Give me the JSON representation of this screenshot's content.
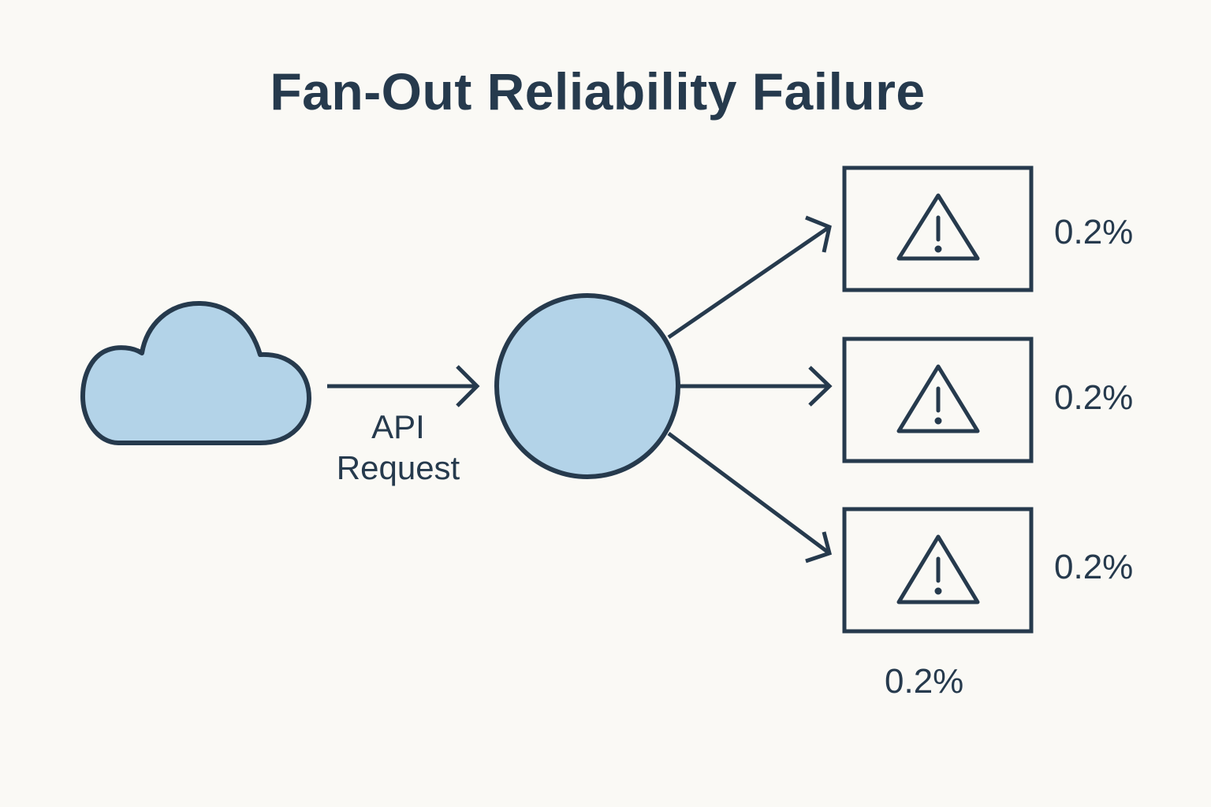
{
  "title": "Fan-Out Reliability Failure",
  "colors": {
    "ink": "#263a4d",
    "fill": "#b3d3e8",
    "background": "#faf9f5"
  },
  "nodes": {
    "client": {
      "icon": "cloud-icon"
    },
    "service": {
      "icon": "circle-node"
    },
    "downstream": [
      {
        "icon": "warning-icon",
        "failure_rate": "0.2%"
      },
      {
        "icon": "warning-icon",
        "failure_rate": "0.2%"
      },
      {
        "icon": "warning-icon",
        "failure_rate": "0.2%"
      }
    ]
  },
  "edges": {
    "request_label_line1": "API",
    "request_label_line2": "Request"
  },
  "extra_label": "0.2%"
}
